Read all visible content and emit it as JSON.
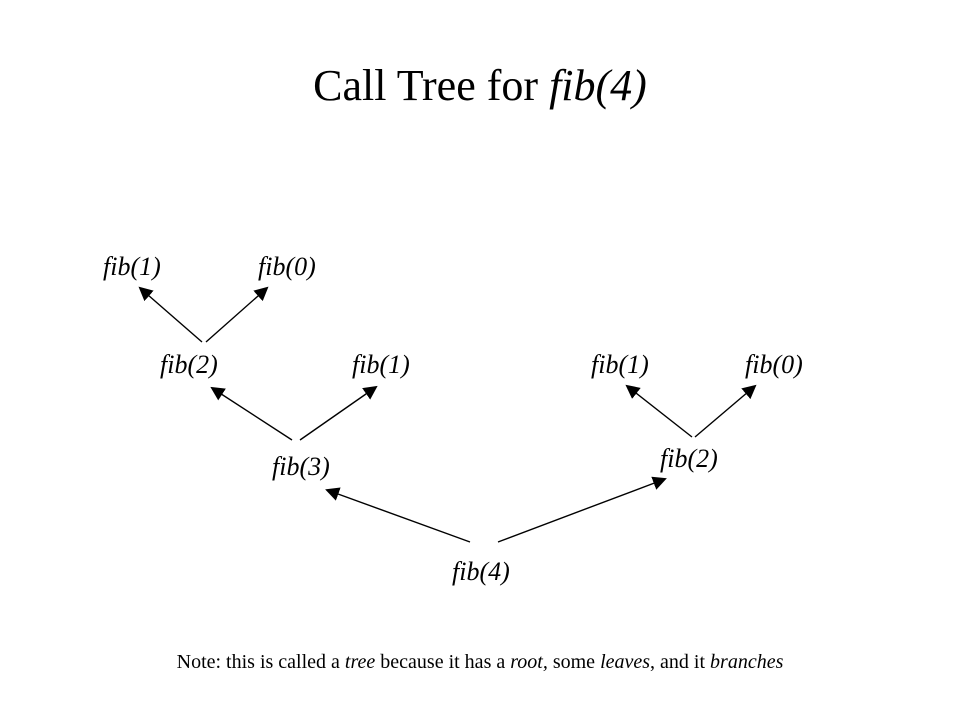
{
  "title": {
    "prefix": "Call Tree for ",
    "call": "fib(4)"
  },
  "nodes": {
    "root": "fib(4)",
    "left_child": "fib(3)",
    "right_child": "fib(2)",
    "left_left": "fib(2)",
    "left_right": "fib(1)",
    "right_left": "fib(1)",
    "right_right": "fib(0)",
    "leaf_left": "fib(1)",
    "leaf_right": "fib(0)"
  },
  "note": {
    "part1": "Note: this is called a ",
    "tree": "tree",
    "part2": " because it has a ",
    "root": "root,",
    "part3": " some ",
    "leaves": "leaves",
    "part4": ", and it ",
    "branches": "branches"
  },
  "colors": {
    "ink": "#000000",
    "background": "#ffffff"
  }
}
